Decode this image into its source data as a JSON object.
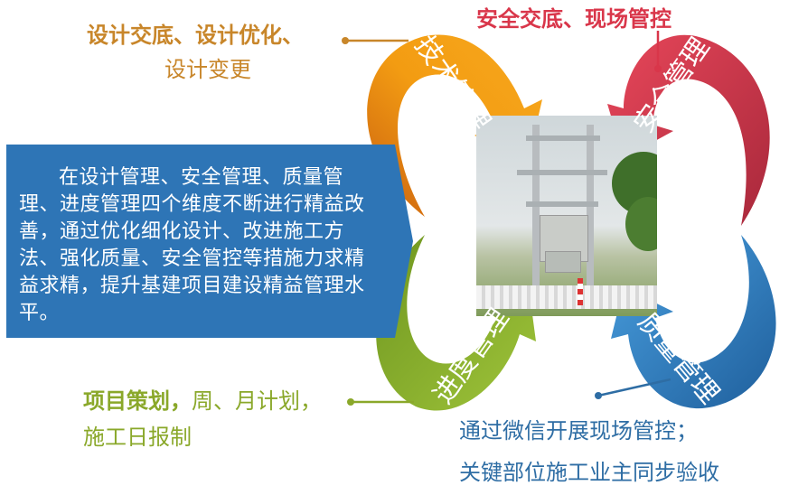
{
  "callout": {
    "text": "在设计管理、安全管理、质量管理、进度管理四个维度不断进行精益改善，通过优化细化设计、改进施工方法、强化质量、安全管控等措施力求精益求精，提升基建项目建设精益管理水平。"
  },
  "arrows": {
    "tech": "技术管理",
    "safety": "安全管理",
    "progress": "进度管理",
    "quality": "质量管理"
  },
  "notes": {
    "tech_line1": "设计交底、设计优化、",
    "tech_line2": "设计变更",
    "safety": "安全交底、现场管控",
    "progress_bold": "项目策划，",
    "progress_rest": "周、月计划，",
    "progress_line2": "施工日报制",
    "quality_line1": "通过微信开展现场管控；",
    "quality_line2": "关键部位施工业主同步验收"
  },
  "colors": {
    "tech": "#f39c12",
    "safety": "#e8475a",
    "progress": "#8db32a",
    "quality": "#3a8fd6",
    "callout": "#2e75b6",
    "note_orange": "#c8862a",
    "note_red": "#d9364a",
    "note_green": "#8aa82a",
    "note_blue": "#2e6da4"
  },
  "icons": {
    "tech_pointer": "bullet-pointer-icon",
    "safety_pointer": "bullet-pointer-icon",
    "progress_pointer": "bullet-pointer-icon",
    "quality_pointer": "bullet-pointer-icon"
  }
}
